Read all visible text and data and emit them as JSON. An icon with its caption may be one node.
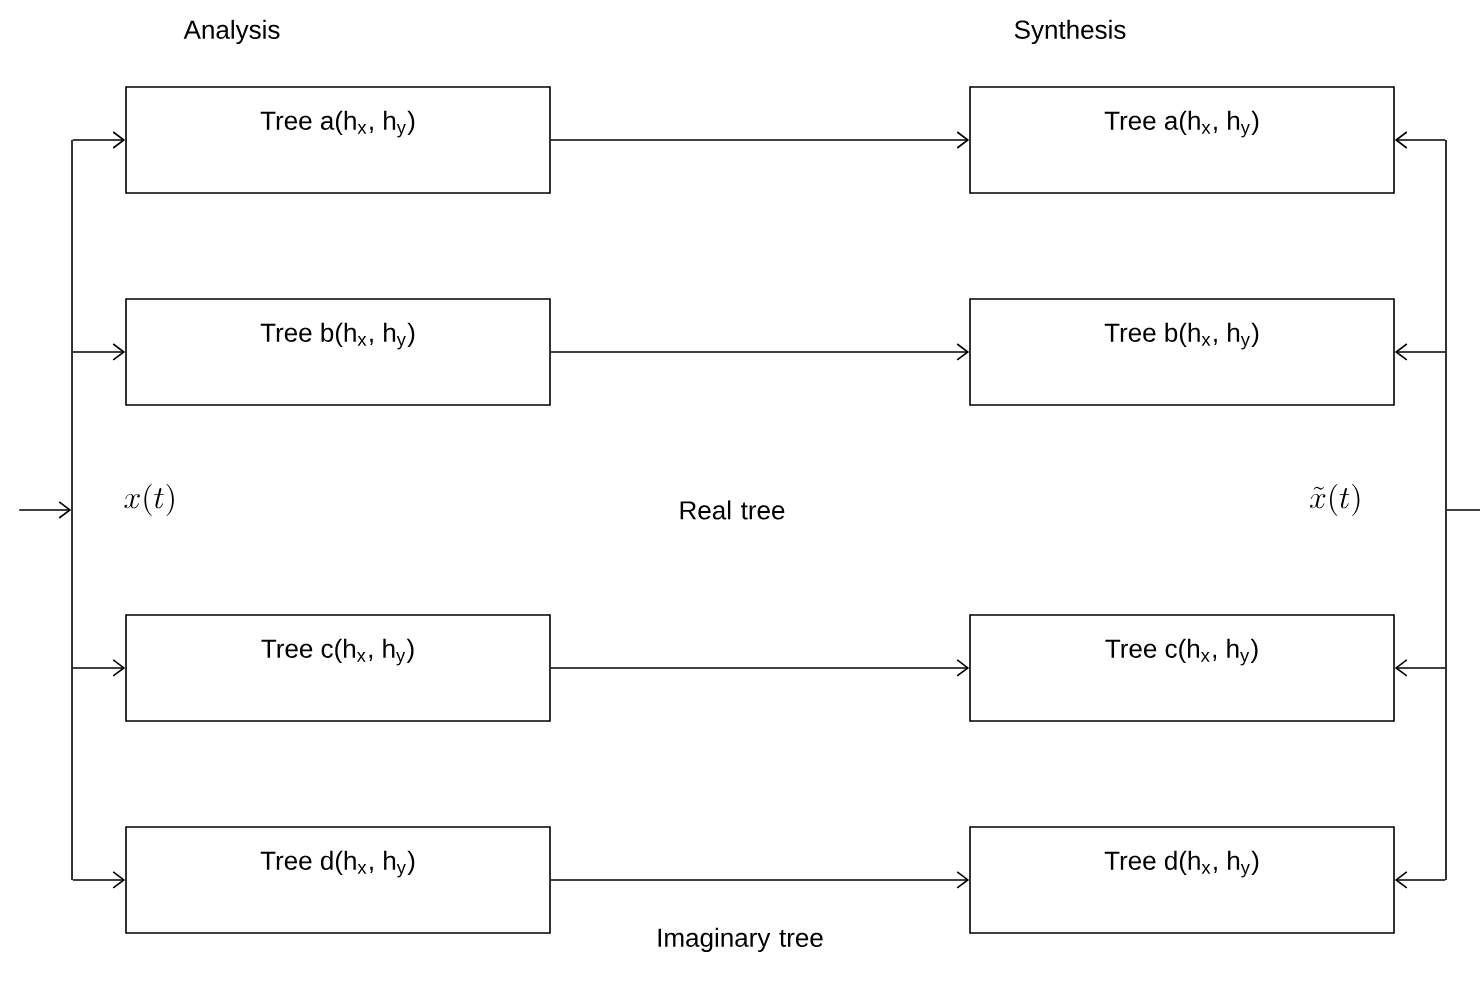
{
  "diagram": {
    "nodes": [
      {
        "text": [],
        "shape": "bar",
        "beside": [
          "x(t)"
        ]
      },
      {
        "text": [
          "Tree a(h$_{x}$, h$_{y}$)"
        ]
      },
      {
        "text": [
          "Tree b(h$_{x}$, h$_{y}$)"
        ]
      },
      {
        "text": [
          "Tree c(h$_{x}$, h$_{y}$)"
        ]
      },
      {
        "text": [
          "Tree d(h$_{x}$, h$_{y}$)"
        ]
      },
      {
        "text": [
          "Tree a(h$_{x}$, h$_{y}$)"
        ]
      },
      {
        "text": [
          "Tree b(h$_{x}$, h$_{y}$)"
        ]
      },
      {
        "text": [
          "Tree c(h$_{x}$, h$_{y}$)"
        ]
      },
      {
        "text": [
          "Tree d(h$_{x}$, h$_{y}$)"
        ]
      },
      {
        "text": [],
        "shape": "bar",
        "beside": [
          "\\tilde{x}(t)"
        ]
      }
    ],
    "edges": [
      {
        "from": null,
        "to": 0,
        "arrow": "to"
      },
      {
        "from": 0,
        "to": 1,
        "arrow": "to"
      },
      {
        "from": 0,
        "to": 2,
        "arrow": "to"
      },
      {
        "from": 0,
        "to": 3,
        "arrow": "to"
      },
      {
        "from": 0,
        "to": 4,
        "arrow": "to"
      },
      {
        "from": 1,
        "to": 5,
        "arrow": "to"
      },
      {
        "from": 2,
        "to": 6,
        "arrow": "to"
      },
      {
        "from": 3,
        "to": 7,
        "arrow": "to"
      },
      {
        "from": 4,
        "to": 8,
        "arrow": "to"
      },
      {
        "from": 9,
        "to": 5,
        "arrow": "to"
      },
      {
        "from": 9,
        "to": 6,
        "arrow": "to"
      },
      {
        "from": 9,
        "to": 7,
        "arrow": "to"
      },
      {
        "from": 9,
        "to": 8,
        "arrow": "to"
      },
      {
        "from": 9,
        "to": null,
        "arrow": "none"
      }
    ],
    "labels": [
      "Analysis",
      "Synthesis",
      "Real tree",
      "Imaginary tree"
    ]
  }
}
